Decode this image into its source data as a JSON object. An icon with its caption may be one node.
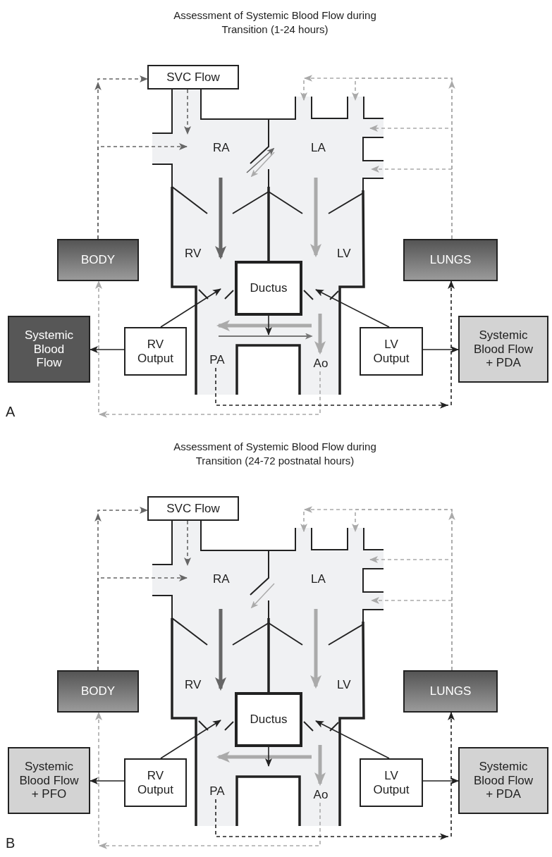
{
  "diagram": {
    "nodes": [
      {
        "text": [
          "SVC Flow"
        ]
      },
      {
        "text": [
          "BODY"
        ]
      },
      {
        "text": [
          "LUNGS"
        ]
      },
      {
        "text": [
          "Ductus"
        ]
      },
      {
        "text": [
          "Systemic Blood Flow"
        ]
      },
      {
        "text": [
          "RV Output"
        ]
      },
      {
        "text": [
          "PA"
        ]
      },
      {
        "text": [
          "Ao"
        ]
      },
      {
        "text": [
          "LV Output"
        ]
      },
      {
        "text": [
          "Systemic Blood Flow + PDA"
        ]
      },
      {
        "text": [
          "SVC Flow"
        ]
      },
      {
        "text": [
          "BODY"
        ]
      },
      {
        "text": [
          "LUNGS"
        ]
      },
      {
        "text": [
          "Ductus"
        ]
      },
      {
        "text": [
          "Systemic Blood Flow + PFO"
        ]
      },
      {
        "text": [
          "RV Output"
        ]
      },
      {
        "text": [
          "PA"
        ]
      },
      {
        "text": [
          "Ao"
        ]
      },
      {
        "text": [
          "LV Output"
        ]
      },
      {
        "text": [
          "Systemic Blood Flow + PDA"
        ]
      },
      {
        "text": [],
        "shape": "line"
      },
      {
        "text": [],
        "shape": "line"
      },
      {
        "text": [],
        "shape": "line"
      },
      {
        "text": [],
        "shape": "line"
      }
    ],
    "edges": [
      {
        "from": 1,
        "to": 0,
        "arrow": "to",
        "style": "dashed",
        "color": "#666666"
      },
      {
        "from": 1,
        "to": null,
        "arrow": "to",
        "style": "dashed",
        "color": "#666666"
      },
      {
        "from": 0,
        "to": null,
        "arrow": "to",
        "style": "dashed",
        "color": "#666666"
      },
      {
        "from": 2,
        "to": null,
        "arrow": "to",
        "style": "dashed",
        "color": "#aaaaaa"
      },
      {
        "from": 2,
        "to": null,
        "arrow": "to",
        "style": "dashed",
        "color": "#aaaaaa"
      },
      {
        "from": 2,
        "to": null,
        "arrow": "to",
        "style": "dashed",
        "color": "#aaaaaa"
      },
      {
        "from": 2,
        "to": null,
        "arrow": "to",
        "style": "dashed",
        "color": "#aaaaaa"
      },
      {
        "from": 5,
        "to": 4,
        "arrow": "to"
      },
      {
        "from": 5,
        "to": 20,
        "arrow": "to"
      },
      {
        "from": 8,
        "to": 21,
        "arrow": "to"
      },
      {
        "from": 8,
        "to": 9,
        "arrow": "to"
      },
      {
        "from": 3,
        "to": null,
        "arrow": "to"
      },
      {
        "from": 7,
        "to": 1,
        "arrow": "to",
        "style": "dashed",
        "color": "#aaaaaa"
      },
      {
        "from": 6,
        "to": 2,
        "arrow": "to",
        "style": "dashed"
      },
      {
        "from": 11,
        "to": 10,
        "arrow": "to",
        "style": "dashed",
        "color": "#666666"
      },
      {
        "from": 11,
        "to": null,
        "arrow": "to",
        "style": "dashed",
        "color": "#666666"
      },
      {
        "from": 10,
        "to": null,
        "arrow": "to",
        "style": "dashed",
        "color": "#666666"
      },
      {
        "from": 12,
        "to": null,
        "arrow": "to",
        "style": "dashed",
        "color": "#aaaaaa"
      },
      {
        "from": 12,
        "to": null,
        "arrow": "to",
        "style": "dashed",
        "color": "#aaaaaa"
      },
      {
        "from": 12,
        "to": null,
        "arrow": "to",
        "style": "dashed",
        "color": "#aaaaaa"
      },
      {
        "from": 12,
        "to": null,
        "arrow": "to",
        "style": "dashed",
        "color": "#aaaaaa"
      },
      {
        "from": 15,
        "to": 14,
        "arrow": "to"
      },
      {
        "from": 15,
        "to": 22,
        "arrow": "to"
      },
      {
        "from": 18,
        "to": 23,
        "arrow": "to"
      },
      {
        "from": 18,
        "to": 19,
        "arrow": "to"
      },
      {
        "from": 13,
        "to": null,
        "arrow": "to"
      },
      {
        "from": 17,
        "to": 11,
        "arrow": "to",
        "style": "dashed",
        "color": "#aaaaaa"
      },
      {
        "from": 16,
        "to": 12,
        "arrow": "to",
        "style": "dashed"
      }
    ],
    "labels": [
      "Assessment of Systemic Blood Flow during Transition (1-24 hours)",
      "RA",
      "LA",
      "RV",
      "LV",
      "A",
      "Assessment of Systemic Blood Flow during Transition (24-72 postnatal hours)",
      "RA",
      "LA",
      "RV",
      "LV",
      "B"
    ]
  }
}
